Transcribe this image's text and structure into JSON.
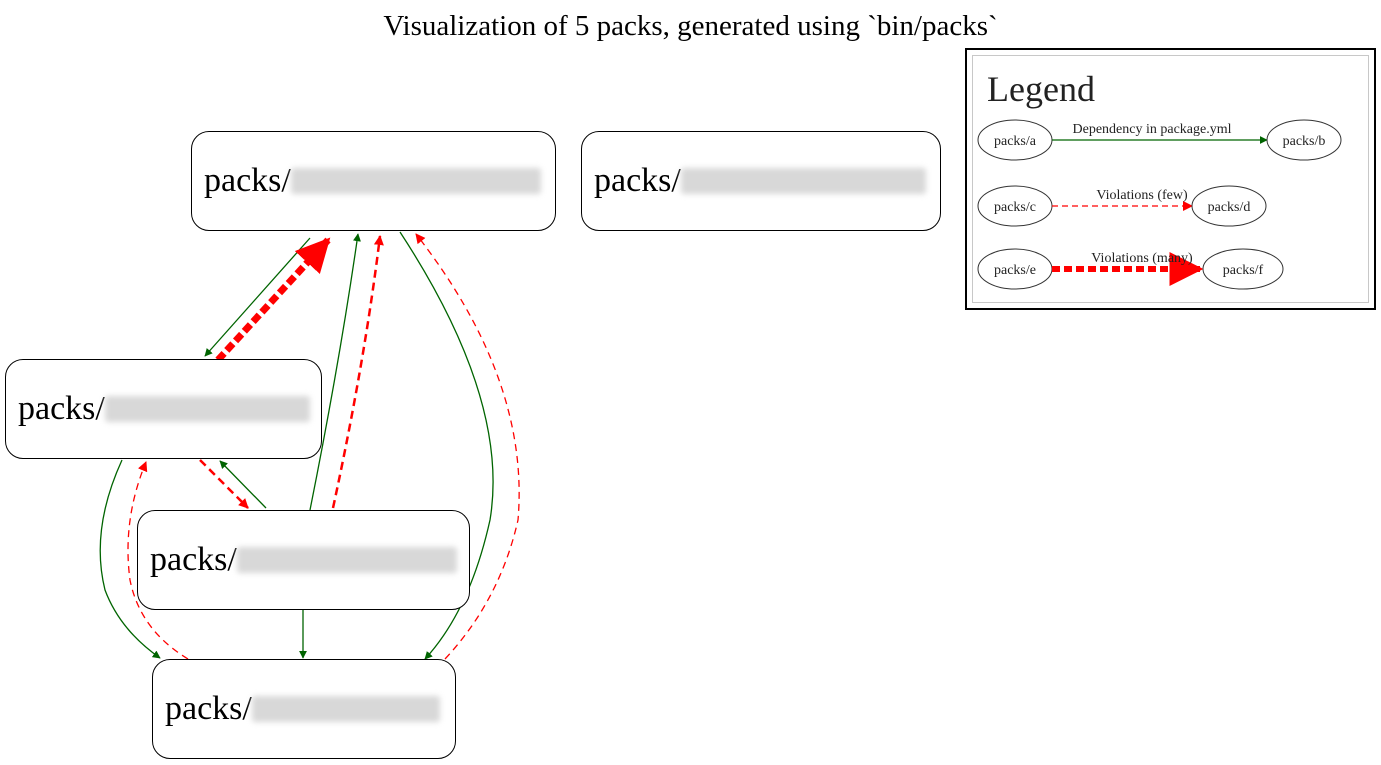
{
  "title": "Visualization of 5 packs, generated using `bin/packs`",
  "nodes": [
    {
      "id": "n1",
      "prefix": "packs/"
    },
    {
      "id": "n2",
      "prefix": "packs/"
    },
    {
      "id": "n3",
      "prefix": "packs/"
    },
    {
      "id": "n4",
      "prefix": "packs/"
    },
    {
      "id": "n5",
      "prefix": "packs/"
    }
  ],
  "legend": {
    "title": "Legend",
    "rows": [
      {
        "from": "packs/a",
        "to": "packs/b",
        "label": "Dependency in package.yml",
        "style": "dependency"
      },
      {
        "from": "packs/c",
        "to": "packs/d",
        "label": "Violations (few)",
        "style": "violations-few"
      },
      {
        "from": "packs/e",
        "to": "packs/f",
        "label": "Violations (many)",
        "style": "violations-many"
      }
    ]
  },
  "colors": {
    "dependency": "#006400",
    "violation": "#ff0000",
    "border": "#000000",
    "redacted": "#d8d8d8"
  }
}
